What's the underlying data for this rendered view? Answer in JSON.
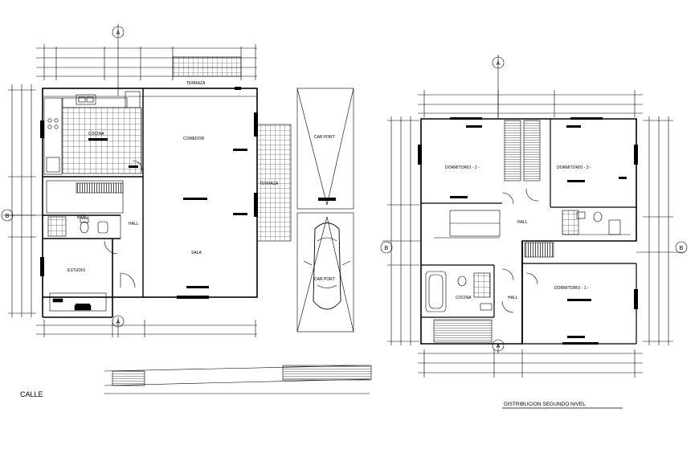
{
  "drawing": {
    "ground_floor": {
      "rooms": {
        "cocina": "COCINA",
        "comedor": "COMEDOR",
        "terraza_top": "TERRAZA",
        "terraza_side": "TERRAZA",
        "bano": "BAÑO",
        "hall": "HALL",
        "estudio": "ESTUDIO",
        "sala": "SALA",
        "carport_top": "CAR PORT",
        "carport_bottom": "CAR PORT"
      },
      "street_label": "CALLE"
    },
    "upper_floor": {
      "rooms": {
        "dormitorio_2": "DORMITORIO - 2 -",
        "dormitorio_3": "DORMITORIO - 3 -",
        "hall_top": "HALL",
        "cocina": "COCINA",
        "hall_bottom": "HALL",
        "dormitorio_1": "DORMITORIO - 1 -"
      },
      "title": "DISTRIBUCION SEGUNDO NIVEL"
    },
    "section_markers": {
      "a": "A",
      "b": "B"
    },
    "colors": {
      "line": "#000000",
      "background": "#ffffff"
    }
  }
}
